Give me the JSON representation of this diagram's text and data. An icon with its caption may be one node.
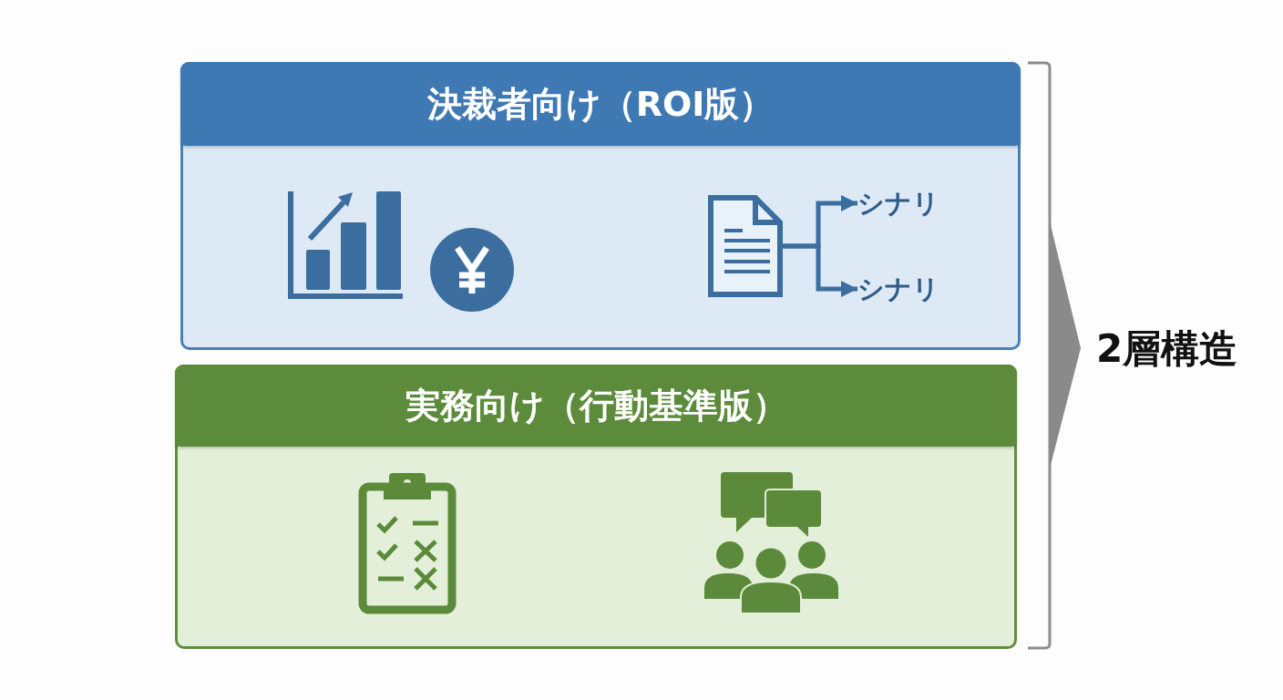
{
  "diagram": {
    "nodes": [
      {
        "text": [
          "決裁者向け（ROI版）"
        ]
      },
      {
        "text": [],
        "shape": "picture",
        "in": 0
      },
      {
        "text": [
          "シナリ"
        ],
        "in": 0
      },
      {
        "text": [
          "シナリ"
        ],
        "in": 0
      },
      {
        "text": [
          "実務向け（行動基準版）"
        ]
      }
    ],
    "edges": [
      {
        "from": 1,
        "to": 2,
        "arrow": "to"
      },
      {
        "from": 1,
        "to": 3,
        "arrow": "to"
      }
    ],
    "labels": [
      "2層構造"
    ]
  }
}
